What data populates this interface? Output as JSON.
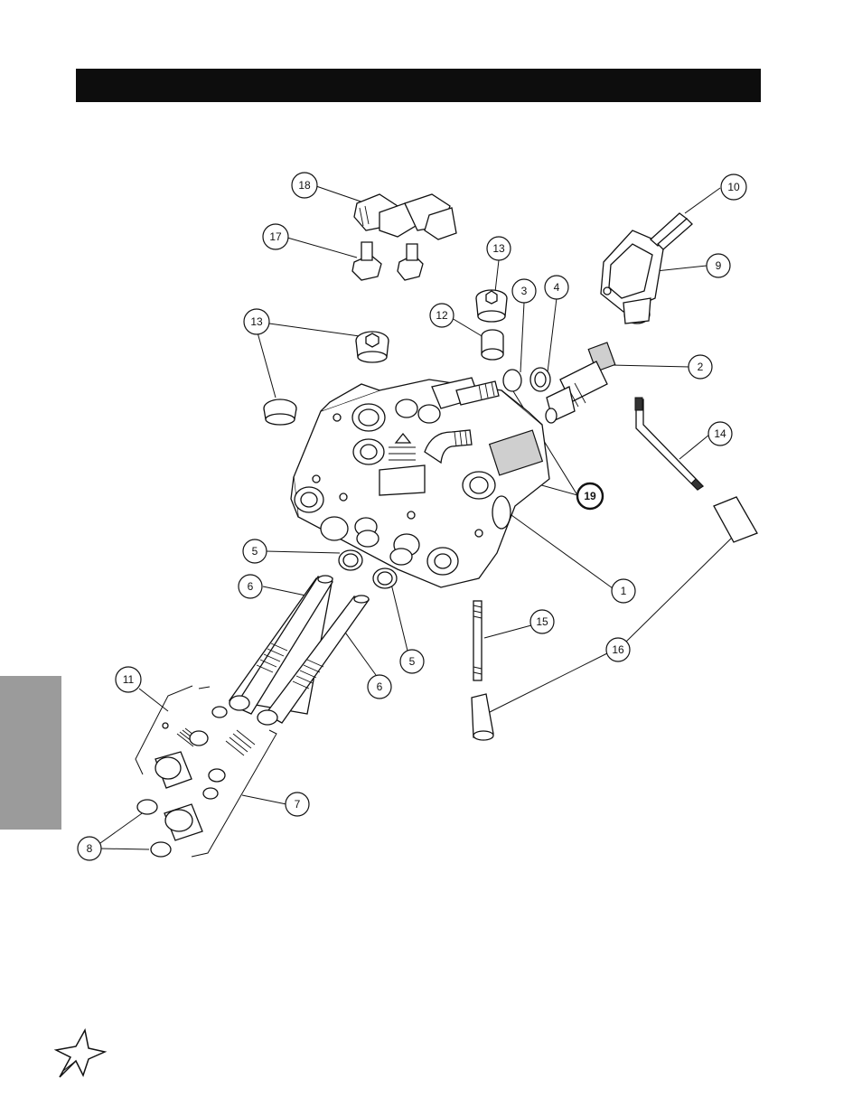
{
  "header": {
    "title": ""
  },
  "callouts": [
    {
      "id": "c1",
      "label": "1"
    },
    {
      "id": "c2",
      "label": "2"
    },
    {
      "id": "c3",
      "label": "3"
    },
    {
      "id": "c4",
      "label": "4"
    },
    {
      "id": "c5a",
      "label": "5"
    },
    {
      "id": "c5b",
      "label": "5"
    },
    {
      "id": "c6a",
      "label": "6"
    },
    {
      "id": "c6b",
      "label": "6"
    },
    {
      "id": "c7",
      "label": "7"
    },
    {
      "id": "c8",
      "label": "8"
    },
    {
      "id": "c9",
      "label": "9"
    },
    {
      "id": "c10",
      "label": "10"
    },
    {
      "id": "c11",
      "label": "11"
    },
    {
      "id": "c12",
      "label": "12"
    },
    {
      "id": "c13a",
      "label": "13"
    },
    {
      "id": "c13b",
      "label": "13"
    },
    {
      "id": "c14",
      "label": "14"
    },
    {
      "id": "c15",
      "label": "15"
    },
    {
      "id": "c16",
      "label": "16"
    },
    {
      "id": "c17",
      "label": "17"
    },
    {
      "id": "c18",
      "label": "18"
    },
    {
      "id": "c19",
      "label": "19"
    }
  ],
  "colors": {
    "header_bar": "#0d0d0d",
    "side_tab": "#9b9b9b"
  },
  "logo": {
    "icon": "star-logo-icon"
  }
}
